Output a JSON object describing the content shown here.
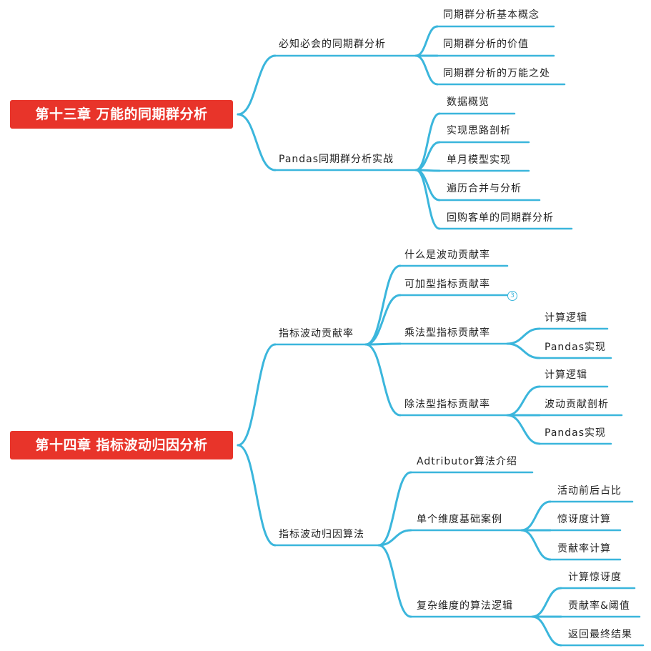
{
  "colors": {
    "accent": "#3bb6dc",
    "root_fill": "#e8342a",
    "root_text": "#ffffff"
  },
  "roots": [
    {
      "title": "第十三章 万能的同期群分析",
      "branches": [
        {
          "label": "必知必会的同期群分析",
          "children": [
            {
              "label": "同期群分析基本概念"
            },
            {
              "label": "同期群分析的价值"
            },
            {
              "label": "同期群分析的万能之处"
            }
          ]
        },
        {
          "label": "Pandas同期群分析实战",
          "children": [
            {
              "label": "数据概览"
            },
            {
              "label": "实现思路剖析"
            },
            {
              "label": "单月模型实现"
            },
            {
              "label": "遍历合并与分析"
            },
            {
              "label": "回购客单的同期群分析"
            }
          ]
        }
      ]
    },
    {
      "title": "第十四章 指标波动归因分析",
      "branches": [
        {
          "label": "指标波动贡献率",
          "children": [
            {
              "label": "什么是波动贡献率"
            },
            {
              "label": "可加型指标贡献率",
              "badge": "3"
            },
            {
              "label": "乘法型指标贡献率",
              "children": [
                "计算逻辑",
                "Pandas实现"
              ]
            },
            {
              "label": "除法型指标贡献率",
              "children": [
                "计算逻辑",
                "波动贡献剖析",
                "Pandas实现"
              ]
            }
          ]
        },
        {
          "label": "指标波动归因算法",
          "children": [
            {
              "label": "Adtributor算法介绍"
            },
            {
              "label": "单个维度基础案例",
              "children": [
                "活动前后占比",
                "惊讶度计算",
                "贡献率计算"
              ]
            },
            {
              "label": "复杂维度的算法逻辑",
              "children": [
                "计算惊讶度",
                "贡献率&阈值",
                "返回最终结果"
              ]
            }
          ]
        }
      ]
    }
  ]
}
